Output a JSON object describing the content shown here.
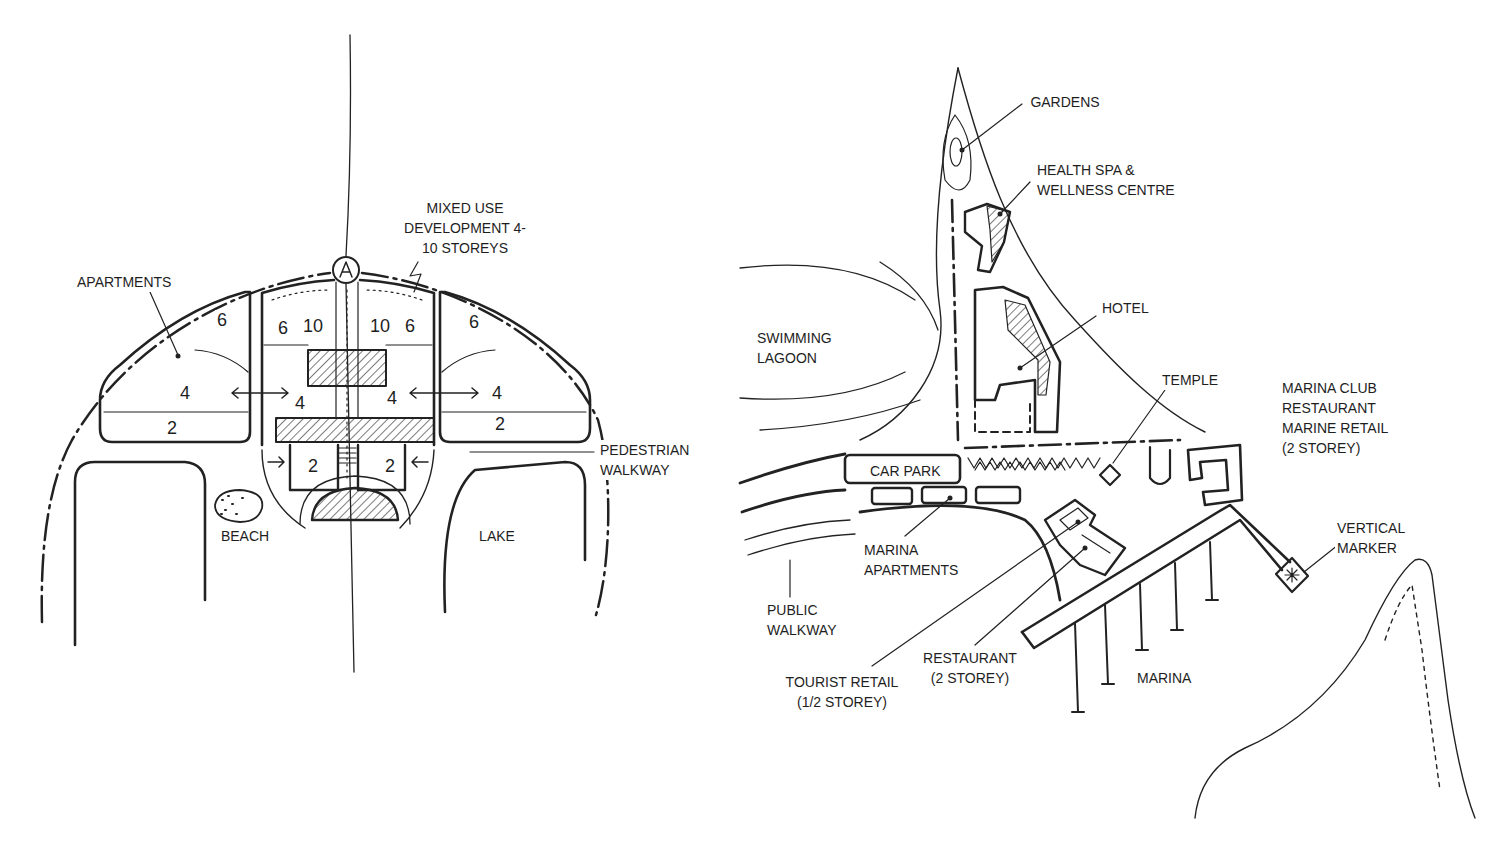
{
  "diagram": {
    "labels": [
      "MIXED USE DEVELOPMENT 4-10 STOREYS",
      "APARTMENTS",
      "6",
      "6",
      "10",
      "10",
      "6",
      "6",
      "4",
      "4",
      "4",
      "4",
      "2",
      "2",
      "PEDESTRIAN WALKWAY",
      "2",
      "2",
      "BEACH",
      "LAKE",
      "GARDENS",
      "HEALTH SPA & WELLNESS CENTRE",
      "HOTEL",
      "SWIMMING LAGOON",
      "TEMPLE",
      "MARINA CLUB RESTAURANT MARINE RETAIL (2 STOREY)",
      "CAR PARK",
      "VERTICAL MARKER",
      "MARINA APARTMENTS",
      "PUBLIC WALKWAY",
      "RESTAURANT (2 STOREY)",
      "TOURIST RETAIL (1/2 STOREY)",
      "MARINA"
    ]
  }
}
